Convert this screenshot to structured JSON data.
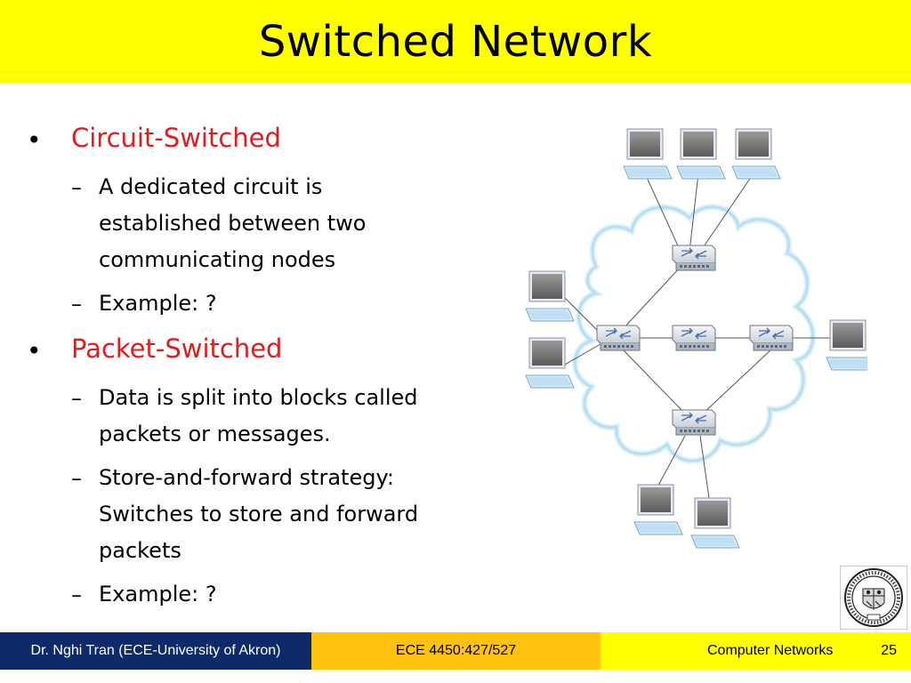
{
  "slide": {
    "title": "Switched Network",
    "bullets": [
      {
        "label": "Circuit-Switched",
        "subs": [
          {
            "lines": [
              "A dedicated circuit is",
              "established between two",
              "communicating nodes"
            ]
          },
          {
            "lines": [
              "Example: ?"
            ]
          }
        ]
      },
      {
        "label": "Packet-Switched",
        "subs": [
          {
            "lines": [
              "Data is split into blocks called",
              "packets or messages."
            ]
          },
          {
            "lines": [
              "Store-and-forward strategy:",
              "Switches to store and forward",
              "packets"
            ]
          },
          {
            "lines": [
              "Example: ?"
            ]
          }
        ]
      }
    ],
    "bullet_color": "#e31b1b",
    "title_bar_color": "#ffff00"
  },
  "footer": {
    "author": "Dr. Nghi Tran (ECE-University of Akron)",
    "course_code": "ECE 4450:427/527",
    "course_name": "Computer Networks",
    "page": "25"
  },
  "icons": {
    "bullet": "•",
    "dash": "–",
    "diagram": "switched-network-diagram",
    "logo": "university-of-akron-seal"
  }
}
